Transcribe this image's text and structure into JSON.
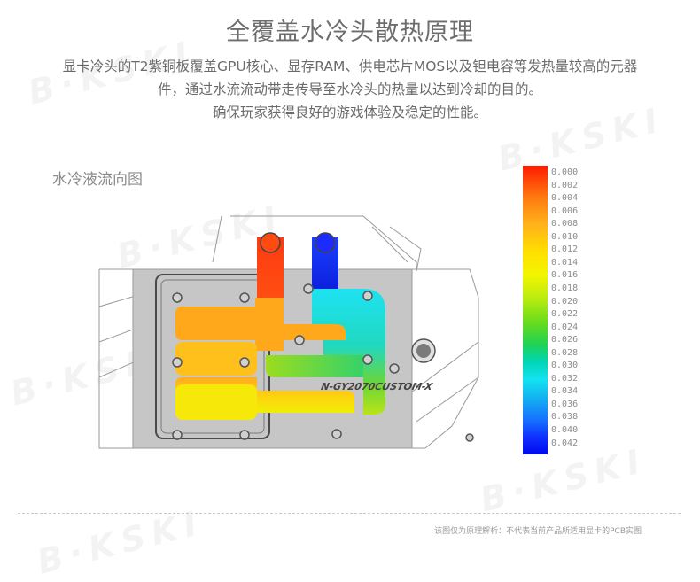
{
  "title": "全覆盖水冷头散热原理",
  "description": {
    "line1": "显卡冷头的T2紫铜板覆盖GPU核心、显存RAM、供电芯片MOS以及钽电容等发热量较高的元器",
    "line2": "件，通过水流流动带走传导至水冷头的热量以达到冷却的目的。",
    "line3": "确保玩家获得良好的游戏体验及稳定的性能。"
  },
  "flow_label": "水冷液流向图",
  "block_logo_text": "N-GY2070CUSTOM-X",
  "watermark": "B·KSKI",
  "scale": {
    "ticks": [
      "0.000",
      "0.002",
      "0.004",
      "0.006",
      "0.008",
      "0.010",
      "0.012",
      "0.014",
      "0.016",
      "0.018",
      "0.020",
      "0.022",
      "0.024",
      "0.026",
      "0.028",
      "0.030",
      "0.032",
      "0.034",
      "0.036",
      "0.038",
      "0.040",
      "0.042"
    ],
    "top_color": "#ff1a00",
    "bottom_color": "#0008ee"
  },
  "footnote": "该图仅为原理解析：不代表当前产品所适用显卡的PCB实图"
}
